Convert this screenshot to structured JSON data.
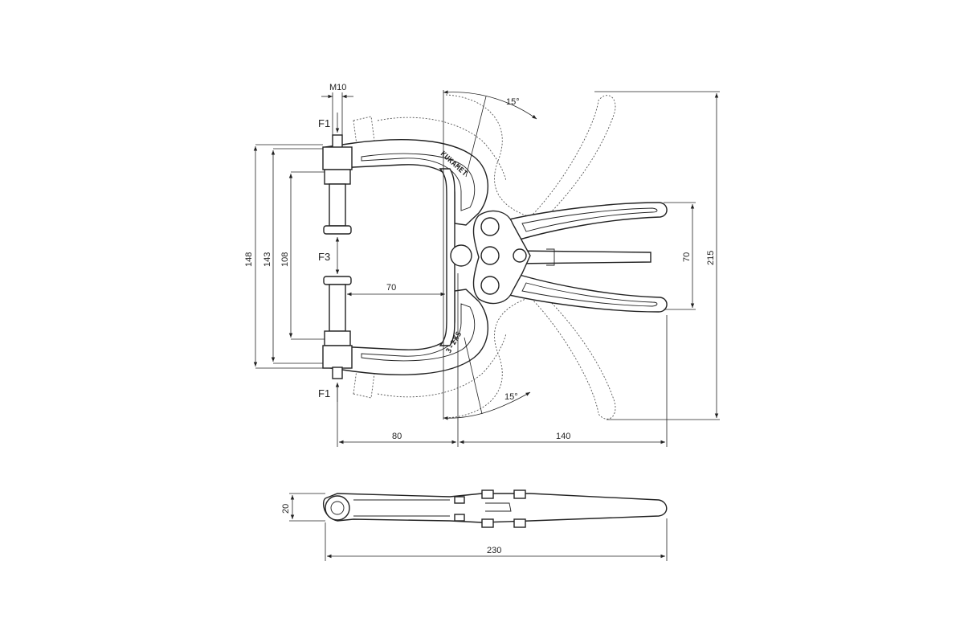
{
  "labels": {
    "thread": "M10",
    "force_top": "F1",
    "force_bottom": "F1",
    "force_mid": "F3",
    "angle_top": "15°",
    "angle_bottom": "15°",
    "brand_top": "KUKAMET",
    "brand_bottom": "3-2XS"
  },
  "dimensions": {
    "height_outer": "148",
    "height_jaw": "143",
    "height_inner": "108",
    "throat_depth": "70",
    "handle_spread": "70",
    "overall_open": "215",
    "base_to_pivot": "80",
    "handle_length": "140",
    "thickness": "20",
    "overall_length": "230"
  }
}
